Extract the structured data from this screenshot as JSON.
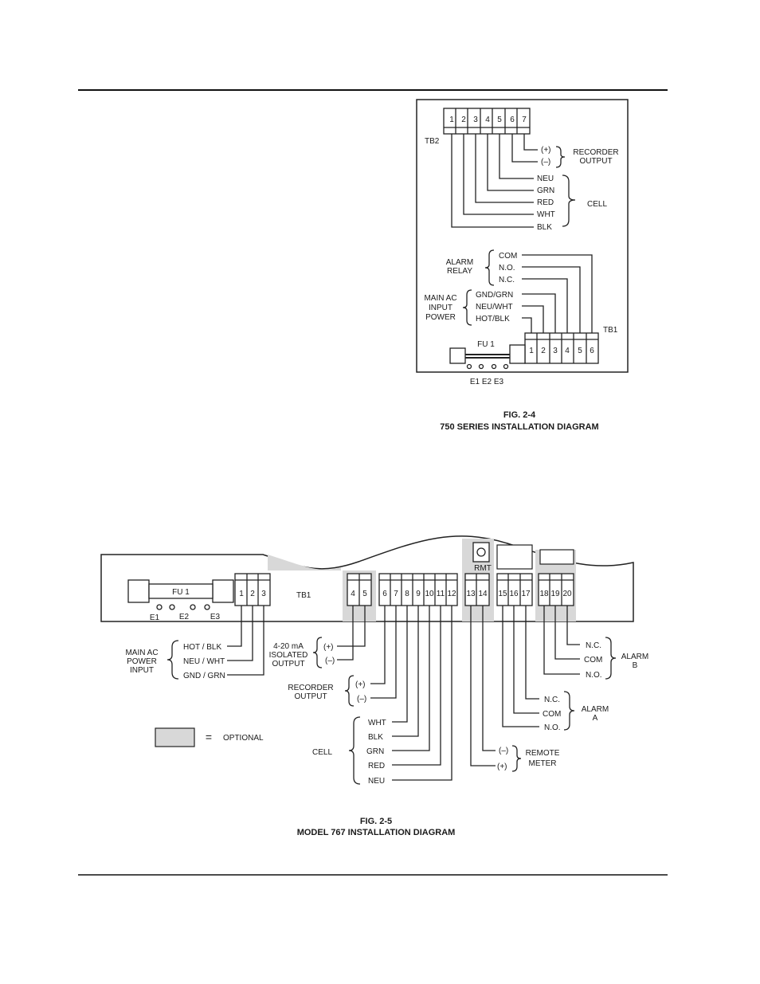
{
  "fig4": {
    "tb2_label": "TB2",
    "tb2_terminals": [
      "1",
      "2",
      "3",
      "4",
      "5",
      "6",
      "7"
    ],
    "recorder_pos": "(+)",
    "recorder_neg": "(–)",
    "recorder_group": [
      "RECORDER",
      "OUTPUT"
    ],
    "cell_wires": [
      "NEU",
      "GRN",
      "RED",
      "WHT",
      "BLK"
    ],
    "cell_group": "CELL",
    "alarm_wires": [
      "COM",
      "N.O.",
      "N.C."
    ],
    "alarm_group": [
      "ALARM",
      "RELAY"
    ],
    "power_wires": [
      "GND/GRN",
      "NEU/WHT",
      "HOT/BLK"
    ],
    "power_group": [
      "MAIN AC",
      "INPUT",
      "POWER"
    ],
    "tb1_label": "TB1",
    "tb1_terminals": [
      "1",
      "2",
      "3",
      "4",
      "5",
      "6"
    ],
    "fuse_label": "FU 1",
    "e_labels": "E1  E2  E3",
    "caption_line1": "FIG. 2-4",
    "caption_line2": "750 SERIES INSTALLATION DIAGRAM"
  },
  "fig5": {
    "fuse_label": "FU 1",
    "e1": "E1",
    "e2": "E2",
    "e3": "E3",
    "tb1_label": "TB1",
    "rmt_label": "RMT",
    "terminals_a": [
      "1",
      "2",
      "3"
    ],
    "terminals_b": [
      "4",
      "5"
    ],
    "terminals_c": [
      "6",
      "7",
      "8",
      "9",
      "10",
      "11",
      "12"
    ],
    "terminals_d": [
      "13",
      "14"
    ],
    "terminals_e": [
      "15",
      "16",
      "17"
    ],
    "terminals_f": [
      "18",
      "19",
      "20"
    ],
    "power_wires": [
      "HOT / BLK",
      "NEU / WHT",
      "GND / GRN"
    ],
    "power_group": [
      "MAIN AC",
      "POWER",
      "INPUT"
    ],
    "isolated_pos": "(+)",
    "isolated_neg": "(–)",
    "isolated_group": [
      "4-20 mA",
      "ISOLATED",
      "OUTPUT"
    ],
    "recorder_pos": "(+)",
    "recorder_neg": "(–)",
    "recorder_group": [
      "RECORDER",
      "OUTPUT"
    ],
    "cell_wires": [
      "WHT",
      "BLK",
      "GRN",
      "RED",
      "NEU"
    ],
    "cell_group": "CELL",
    "alarm_b_wires": [
      "N.C.",
      "COM",
      "N.O."
    ],
    "alarm_b_group": [
      "ALARM",
      "B"
    ],
    "alarm_a_wires": [
      "N.C.",
      "COM",
      "N.O."
    ],
    "alarm_a_group": [
      "ALARM",
      "A"
    ],
    "meter_neg": "(–)",
    "meter_pos": "(+)",
    "meter_group": [
      "REMOTE",
      "METER"
    ],
    "legend_eq": "=",
    "legend_label": "OPTIONAL",
    "caption_line1": "FIG. 2-5",
    "caption_line2": "MODEL 767 INSTALLATION DIAGRAM"
  }
}
